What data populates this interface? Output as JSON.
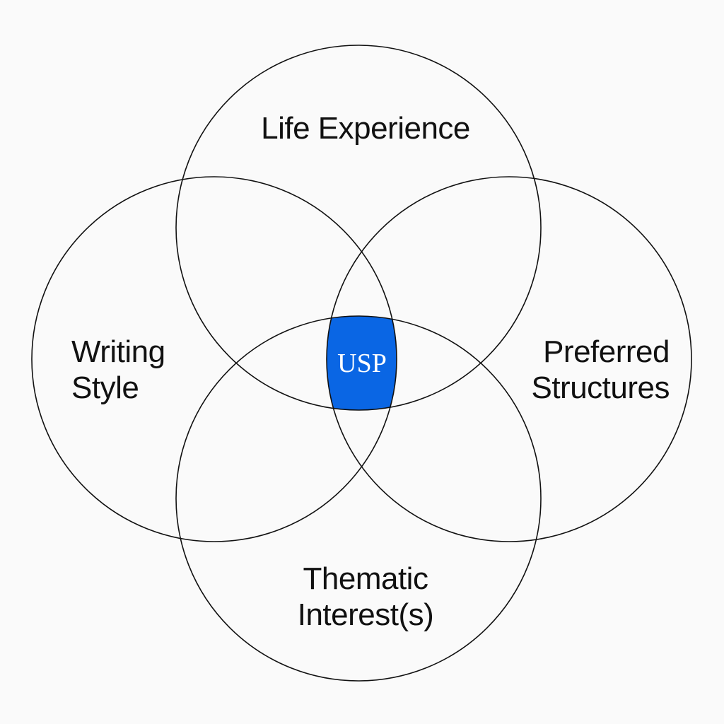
{
  "diagram": {
    "colors": {
      "background": "#fafafa",
      "stroke": "#111111",
      "center_fill": "#0a66e4",
      "center_text": "#ffffff"
    },
    "circles": {
      "top": {
        "label_lines": [
          "Life Experience"
        ]
      },
      "left": {
        "label_lines": [
          "Writing",
          "Style"
        ]
      },
      "right": {
        "label_lines": [
          "Preferred",
          "Structures"
        ]
      },
      "bottom": {
        "label_lines": [
          "Thematic",
          "Interest(s)"
        ]
      }
    },
    "center": {
      "label": "USP"
    }
  }
}
